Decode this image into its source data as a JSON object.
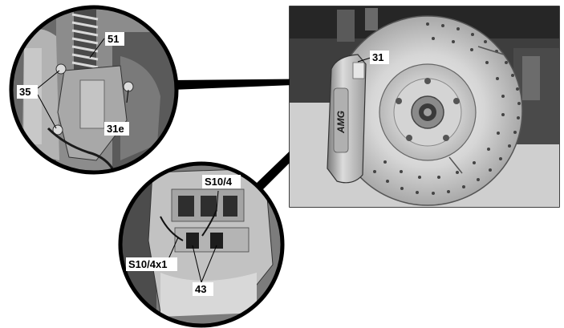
{
  "figure": {
    "callouts": {
      "c51": "51",
      "c35": "35",
      "c31e": "31e",
      "c31": "31",
      "c_s10_4": "S10/4",
      "c_s10_4x1": "S10/4x1",
      "c43": "43"
    },
    "caliper_logo": "AMG"
  }
}
